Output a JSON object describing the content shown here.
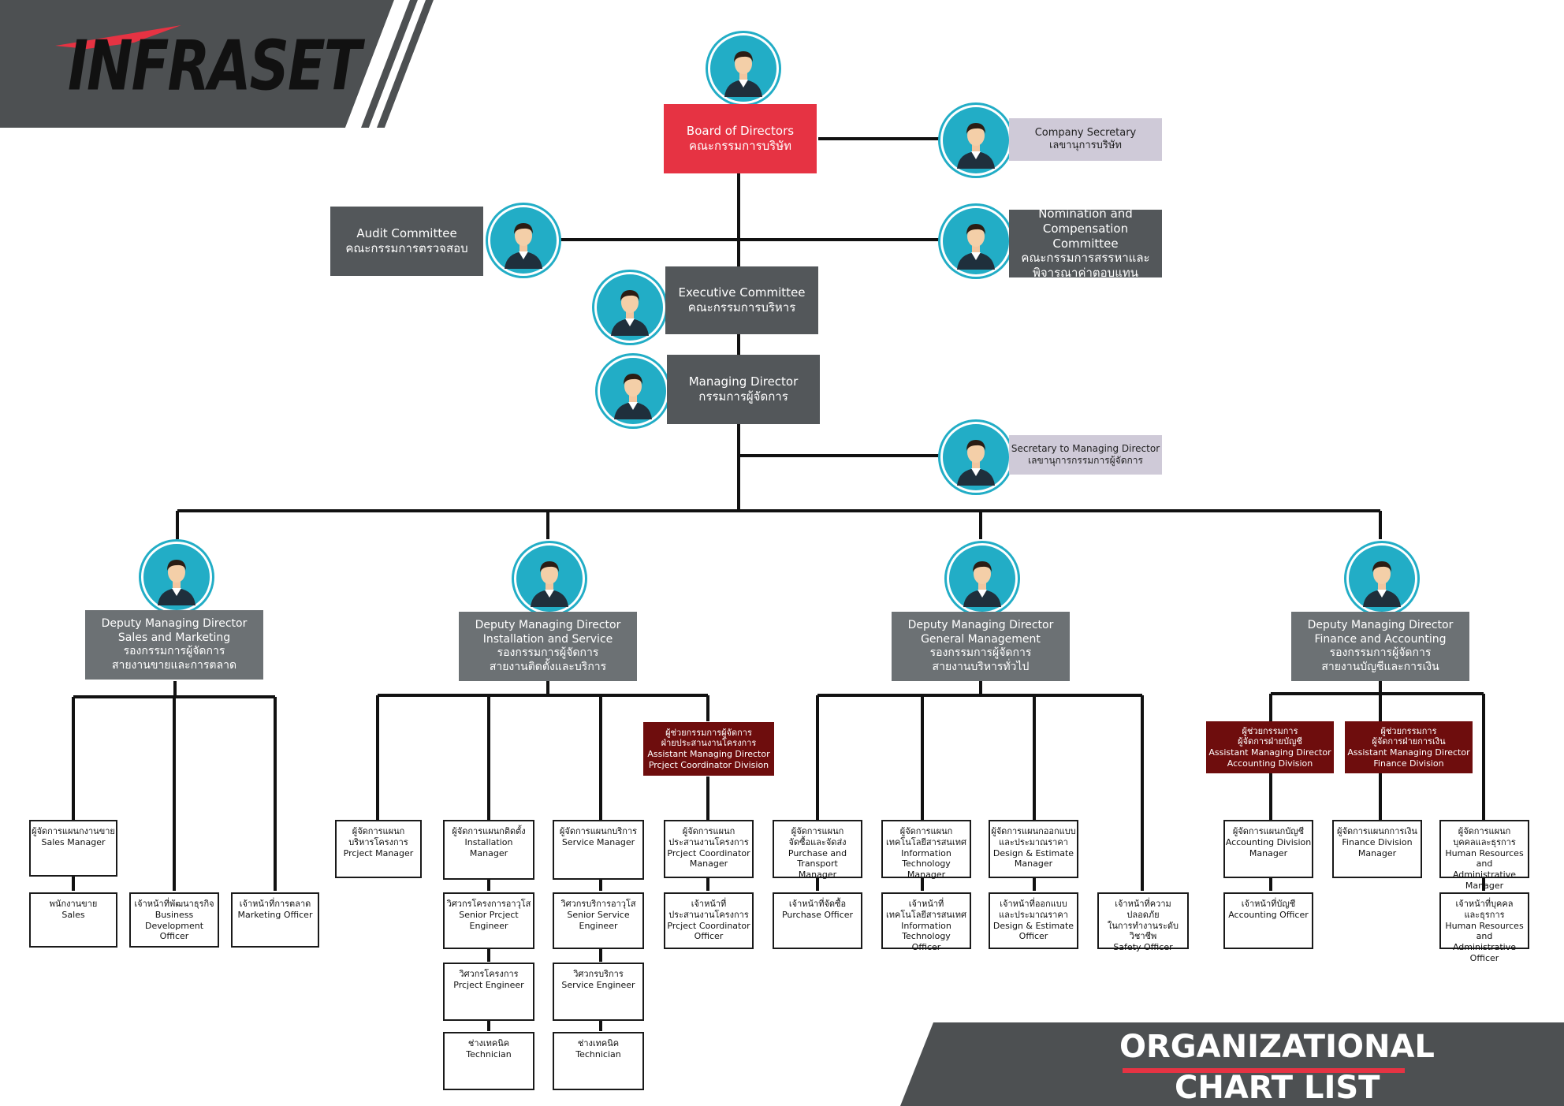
{
  "logo": {
    "text": "INFRASET"
  },
  "footer": {
    "line1": "ORGANIZATIONAL",
    "line2": "CHART LIST"
  },
  "colors": {
    "red": "#e63343",
    "dark": "#53575a",
    "mid": "#6c7174",
    "lavender": "#cfcad8",
    "maroon": "#6e0d0d",
    "avatar": "#22adc6"
  },
  "nodes": {
    "board": {
      "en": "Board of Directors",
      "th": "คณะกรรมการบริษัท"
    },
    "secretary": {
      "en": "Company Secretary",
      "th": "เลขานุการบริษัท"
    },
    "audit": {
      "en": "Audit Committee",
      "th": "คณะกรรมการตรวจสอบ"
    },
    "nomination": {
      "en1": "Nomination and",
      "en2": "Compensation Committee",
      "th1": "คณะกรรมการสรรหาและ",
      "th2": "พิจารณาค่าตอบแทน"
    },
    "executive": {
      "en": "Executive Committee",
      "th": "คณะกรรมการบริหาร"
    },
    "md": {
      "en": "Managing Director",
      "th": "กรรมการผู้จัดการ"
    },
    "md_secretary": {
      "en": "Secretary to Managing Director",
      "th": "เลขานุการกรรมการผู้จัดการ"
    },
    "dmd_sales": {
      "l1": "Deputy Managing Director",
      "l2": "Sales and Marketing",
      "l3": "รองกรรมการผู้จัดการ",
      "l4": "สายงานขายและการตลาด"
    },
    "dmd_install": {
      "l1": "Deputy Managing Director",
      "l2": "Installation and Service",
      "l3": "รองกรรมการผู้จัดการ",
      "l4": "สายงานติดตั้งและบริการ"
    },
    "dmd_general": {
      "l1": "Deputy Managing Director",
      "l2": "General Management",
      "l3": "รองกรรมการผู้จัดการ",
      "l4": "สายงานบริหารทั่วไป"
    },
    "dmd_finance": {
      "l1": "Deputy Managing Director",
      "l2": "Finance and Accounting",
      "l3": "รองกรรมการผู้จัดการ",
      "l4": "สายงานบัญชีและการเงิน"
    },
    "amd_project": {
      "l1": "ผู้ช่วยกรรมการผู้จัดการ",
      "l2": "ฝ่ายประสานงานโครงการ",
      "l3": "Assistant Managing Director",
      "l4": "Prcject Coordinator Division"
    },
    "amd_accounting": {
      "l1": "ผู้ช่วยกรรมการ",
      "l2": "ผู้จัดการฝ่ายบัญชี",
      "l3": "Assistant Managing Director",
      "l4": "Accounting Division"
    },
    "amd_finance": {
      "l1": "ผู้ช่วยกรรมการ",
      "l2": "ผู้จัดการฝ่ายการเงิน",
      "l3": "Assistant Managing Director",
      "l4": "Finance Division"
    }
  },
  "staff": {
    "sales_manager": {
      "l1": "ผู้จัดการแผนกงานขาย",
      "l2": "Sales Manager"
    },
    "sales": {
      "l1": "พนักงานขาย",
      "l2": "Sales"
    },
    "bd_officer": {
      "l1": "เจ้าหน้าที่พัฒนาธุรกิจ",
      "l2": "Business Development",
      "l3": "Officer"
    },
    "marketing_officer": {
      "l1": "เจ้าหน้าที่การตลาด",
      "l2": "Marketing Officer"
    },
    "project_manager": {
      "l1": "ผู้จัดการแผนก",
      "l2": "บริหารโครงการ",
      "l3": "Prcject Manager"
    },
    "installation_manager": {
      "l1": "ผู้จัดการแผนกติดตั้ง",
      "l2": "Installation",
      "l3": "Manager"
    },
    "senior_project_engineer": {
      "l1": "วิศวกรโครงการอาวุโส",
      "l2": "Senior Prcject",
      "l3": "Engineer"
    },
    "project_engineer": {
      "l1": "วิศวกรโครงการ",
      "l2": "Prcject Engineer"
    },
    "technician_1": {
      "l1": "ช่างเทคนิค",
      "l2": "Technician"
    },
    "service_manager": {
      "l1": "ผู้จัดการแผนกบริการ",
      "l2": "Service Manager"
    },
    "senior_service_engineer": {
      "l1": "วิศวกรบริการอาวุโส",
      "l2": "Senior Service",
      "l3": "Engineer"
    },
    "service_engineer": {
      "l1": "วิศวกรบริการ",
      "l2": "Service Engineer"
    },
    "technician_2": {
      "l1": "ช่างเทคนิค",
      "l2": "Technician"
    },
    "pc_manager": {
      "l1": "ผู้จัดการแผนก",
      "l2": "ประสานงานโครงการ",
      "l3": "Prcject Coordinator",
      "l4": "Manager"
    },
    "pc_officer": {
      "l1": "เจ้าหน้าที่",
      "l2": "ประสานงานโครงการ",
      "l3": "Prcject Coordinator",
      "l4": "Officer"
    },
    "purchase_manager": {
      "l1": "ผู้จัดการแผนก",
      "l2": "จัดซื้อและจัดส่ง",
      "l3": "Purchase and Transport",
      "l4": "Manager"
    },
    "purchase_officer": {
      "l1": "เจ้าหน้าที่จัดซื้อ",
      "l2": "Purchase Officer"
    },
    "it_manager": {
      "l1": "ผู้จัดการแผนก",
      "l2": "เทคโนโลยีสารสนเทศ",
      "l3": "Information Technology",
      "l4": "Manager"
    },
    "it_officer": {
      "l1": "เจ้าหน้าที่",
      "l2": "เทคโนโลยีสารสนเทศ",
      "l3": "Information Technology",
      "l4": "Officer"
    },
    "design_manager": {
      "l1": "ผู้จัดการแผนกออกแบบ",
      "l2": "และประมาณราคา",
      "l3": "Design & Estimate",
      "l4": "Manager"
    },
    "design_officer": {
      "l1": "เจ้าหน้าที่ออกแบบ",
      "l2": "และประมาณราคา",
      "l3": "Design & Estimate",
      "l4": "Officer"
    },
    "safety_officer": {
      "l1": "เจ้าหน้าที่ความปลอดภัย",
      "l2": "ในการทำงานระดับวิชาชีพ",
      "l3": "Safety Officer"
    },
    "accounting_manager": {
      "l1": "ผู้จัดการแผนกบัญชี",
      "l2": "Accounting Division",
      "l3": "Manager"
    },
    "accounting_officer": {
      "l1": "เจ้าหน้าที่บัญชี",
      "l2": "Accounting Officer"
    },
    "finance_manager": {
      "l1": "ผู้จัดการแผนกการเงิน",
      "l2": "Finance Division",
      "l3": "Manager"
    },
    "hr_manager": {
      "l1": "ผู้จัดการแผนก",
      "l2": "บุคคลและธุรการ",
      "l3": "Human Resources and",
      "l4": "Administrative Manager"
    },
    "hr_officer": {
      "l1": "เจ้าหน้าที่บุคคล",
      "l2": "และธุรการ",
      "l3": "Human Resources and",
      "l4": "Administrative Officer"
    }
  }
}
